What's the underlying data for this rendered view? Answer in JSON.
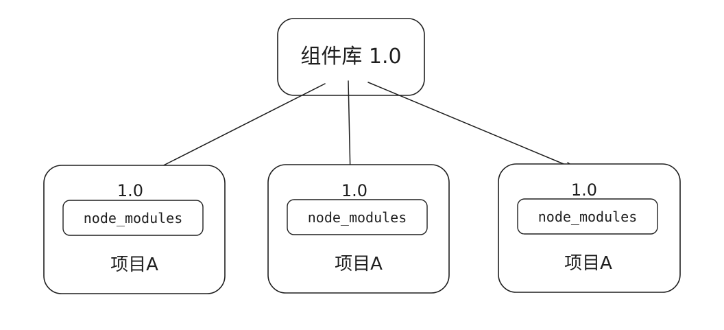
{
  "library": {
    "label": "组件库 1.0"
  },
  "projects": [
    {
      "version": "1.0",
      "module_label": "node_modules",
      "name": "项目A"
    },
    {
      "version": "1.0",
      "module_label": "node_modules",
      "name": "项目A"
    },
    {
      "version": "1.0",
      "module_label": "node_modules",
      "name": "项目A"
    }
  ]
}
